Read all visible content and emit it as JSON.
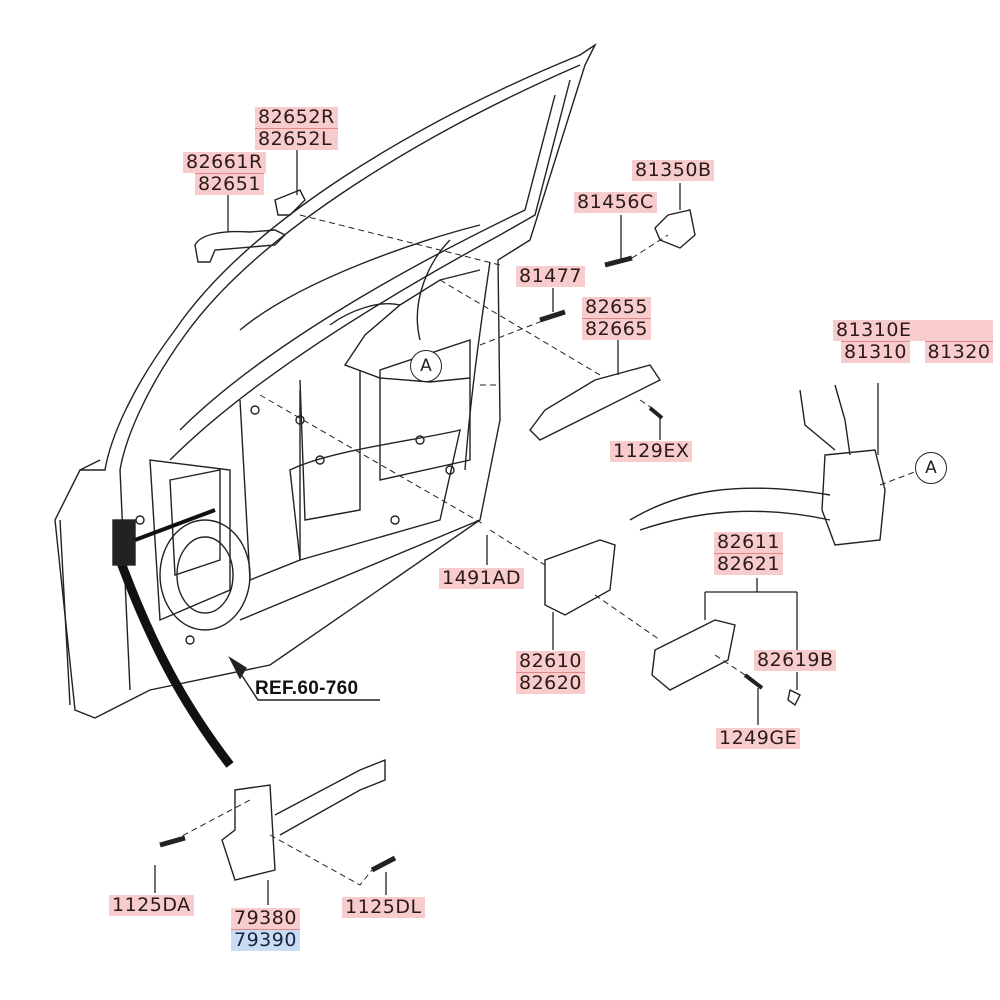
{
  "diagram": {
    "title": "Front Door Panel / Latch / Handle Assembly Parts Diagram",
    "reference": "REF.60-760",
    "callout_marker": "A",
    "colors": {
      "label_bg": "#f8cccc",
      "label_highlight_bg": "#c8dcf4",
      "line": "#222222"
    },
    "labels": {
      "outside_handle_cover": [
        "82652R",
        "82652L"
      ],
      "outside_handle": [
        "82661R",
        "82651"
      ],
      "striker": [
        "81350B"
      ],
      "striker_screw": [
        "81456C"
      ],
      "bolt_81477": [
        "81477"
      ],
      "handle_bracket": [
        "82655",
        "82665"
      ],
      "latch_assembly": [
        "81310E",
        "81310",
        "81320"
      ],
      "screw_1129ex": [
        "1129EX"
      ],
      "clip_1491ad": [
        "1491AD"
      ],
      "inside_handle": [
        "82610",
        "82620"
      ],
      "inside_handle_bezel": [
        "82611",
        "82621"
      ],
      "plug_82619b": [
        "82619B"
      ],
      "screw_1249ge": [
        "1249GE"
      ],
      "bolt_1125da": [
        "1125DA"
      ],
      "checker": [
        "79380",
        "79390"
      ],
      "bolt_1125dl": [
        "1125DL"
      ]
    }
  }
}
